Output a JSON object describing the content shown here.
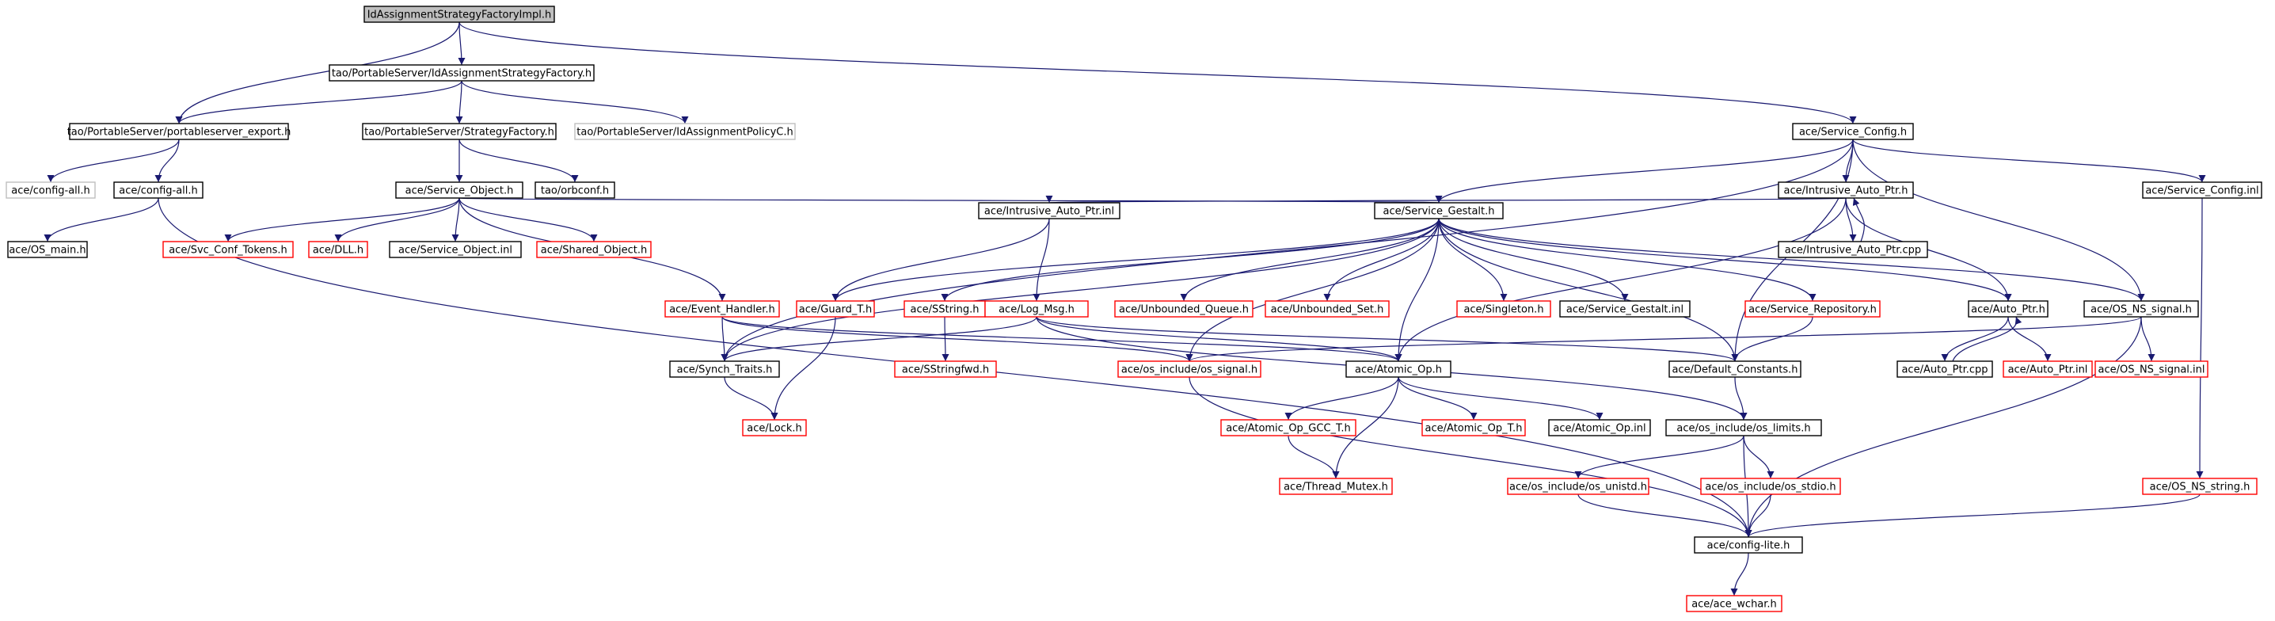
{
  "colors": {
    "edge": "#191970",
    "node_normal": "#000000",
    "node_missing": "#bfbfbf",
    "node_truncated": "#ff0000",
    "root_fill": "#bfbfbf",
    "text": "#000000"
  },
  "nodes": [
    {
      "id": "n_root",
      "label": "IdAssignmentStrategyFactoryImpl.h",
      "kind": "root"
    },
    {
      "id": "n_ispf",
      "label": "tao/PortableServer/IdAssignmentStrategyFactory.h",
      "kind": "normal"
    },
    {
      "id": "n_pse",
      "label": "tao/PortableServer/portableserver_export.h",
      "kind": "normal"
    },
    {
      "id": "n_sf",
      "label": "tao/PortableServer/StrategyFactory.h",
      "kind": "normal"
    },
    {
      "id": "n_iapc",
      "label": "tao/PortableServer/IdAssignmentPolicyC.h",
      "kind": "missing"
    },
    {
      "id": "n_sc",
      "label": "ace/Service_Config.h",
      "kind": "normal"
    },
    {
      "id": "n_cfgall",
      "label": "ace/config-all.h",
      "kind": "missing"
    },
    {
      "id": "n_acecfgall",
      "label": "ace/config-all.h",
      "kind": "normal"
    },
    {
      "id": "n_so",
      "label": "ace/Service_Object.h",
      "kind": "normal"
    },
    {
      "id": "n_orb",
      "label": "tao/orbconf.h",
      "kind": "normal"
    },
    {
      "id": "n_osmain",
      "label": "ace/OS_main.h",
      "kind": "normal"
    },
    {
      "id": "n_svctok",
      "label": "ace/Svc_Conf_Tokens.h",
      "kind": "truncated"
    },
    {
      "id": "n_dll",
      "label": "ace/DLL.h",
      "kind": "truncated"
    },
    {
      "id": "n_soinl",
      "label": "ace/Service_Object.inl",
      "kind": "normal"
    },
    {
      "id": "n_shobj",
      "label": "ace/Shared_Object.h",
      "kind": "truncated"
    },
    {
      "id": "n_iap",
      "label": "ace/Intrusive_Auto_Ptr.h",
      "kind": "normal"
    },
    {
      "id": "n_scinl",
      "label": "ace/Service_Config.inl",
      "kind": "normal"
    },
    {
      "id": "n_iapinl",
      "label": "ace/Intrusive_Auto_Ptr.inl",
      "kind": "normal"
    },
    {
      "id": "n_sg",
      "label": "ace/Service_Gestalt.h",
      "kind": "normal"
    },
    {
      "id": "n_iapcpp",
      "label": "ace/Intrusive_Auto_Ptr.cpp",
      "kind": "normal"
    },
    {
      "id": "n_evh",
      "label": "ace/Event_Handler.h",
      "kind": "truncated"
    },
    {
      "id": "n_guard",
      "label": "ace/Guard_T.h",
      "kind": "truncated"
    },
    {
      "id": "n_sstr",
      "label": "ace/SString.h",
      "kind": "truncated"
    },
    {
      "id": "n_logmsg",
      "label": "ace/Log_Msg.h",
      "kind": "truncated"
    },
    {
      "id": "n_ubq",
      "label": "ace/Unbounded_Queue.h",
      "kind": "truncated"
    },
    {
      "id": "n_ubs",
      "label": "ace/Unbounded_Set.h",
      "kind": "truncated"
    },
    {
      "id": "n_single",
      "label": "ace/Singleton.h",
      "kind": "truncated"
    },
    {
      "id": "n_sginl",
      "label": "ace/Service_Gestalt.inl",
      "kind": "normal"
    },
    {
      "id": "n_srep",
      "label": "ace/Service_Repository.h",
      "kind": "truncated"
    },
    {
      "id": "n_autoptr",
      "label": "ace/Auto_Ptr.h",
      "kind": "normal"
    },
    {
      "id": "n_nssig",
      "label": "ace/OS_NS_signal.h",
      "kind": "normal"
    },
    {
      "id": "n_synch",
      "label": "ace/Synch_Traits.h",
      "kind": "normal"
    },
    {
      "id": "n_sstrfwd",
      "label": "ace/SStringfwd.h",
      "kind": "truncated"
    },
    {
      "id": "n_ossig",
      "label": "ace/os_include/os_signal.h",
      "kind": "truncated"
    },
    {
      "id": "n_atomic",
      "label": "ace/Atomic_Op.h",
      "kind": "normal"
    },
    {
      "id": "n_defc",
      "label": "ace/Default_Constants.h",
      "kind": "normal"
    },
    {
      "id": "n_apcpp",
      "label": "ace/Auto_Ptr.cpp",
      "kind": "normal"
    },
    {
      "id": "n_apinl",
      "label": "ace/Auto_Ptr.inl",
      "kind": "truncated"
    },
    {
      "id": "n_nssiginl",
      "label": "ace/OS_NS_signal.inl",
      "kind": "truncated"
    },
    {
      "id": "n_lock",
      "label": "ace/Lock.h",
      "kind": "truncated"
    },
    {
      "id": "n_aogcc",
      "label": "ace/Atomic_Op_GCC_T.h",
      "kind": "truncated"
    },
    {
      "id": "n_aot",
      "label": "ace/Atomic_Op_T.h",
      "kind": "truncated"
    },
    {
      "id": "n_aoinl",
      "label": "ace/Atomic_Op.inl",
      "kind": "normal"
    },
    {
      "id": "n_oslim",
      "label": "ace/os_include/os_limits.h",
      "kind": "normal"
    },
    {
      "id": "n_tmutex",
      "label": "ace/Thread_Mutex.h",
      "kind": "truncated"
    },
    {
      "id": "n_osuni",
      "label": "ace/os_include/os_unistd.h",
      "kind": "truncated"
    },
    {
      "id": "n_osstdio",
      "label": "ace/os_include/os_stdio.h",
      "kind": "truncated"
    },
    {
      "id": "n_nsstr",
      "label": "ace/OS_NS_string.h",
      "kind": "truncated"
    },
    {
      "id": "n_cfglite",
      "label": "ace/config-lite.h",
      "kind": "normal"
    },
    {
      "id": "n_wchar",
      "label": "ace/ace_wchar.h",
      "kind": "truncated"
    }
  ],
  "edges": [
    [
      "n_root",
      "n_ispf"
    ],
    [
      "n_root",
      "n_pse"
    ],
    [
      "n_root",
      "n_sc"
    ],
    [
      "n_ispf",
      "n_pse"
    ],
    [
      "n_ispf",
      "n_sf"
    ],
    [
      "n_ispf",
      "n_iapc"
    ],
    [
      "n_pse",
      "n_cfgall"
    ],
    [
      "n_pse",
      "n_acecfgall"
    ],
    [
      "n_sf",
      "n_so"
    ],
    [
      "n_sf",
      "n_orb"
    ],
    [
      "n_acecfgall",
      "n_osmain"
    ],
    [
      "n_acecfgall",
      "n_cfglite"
    ],
    [
      "n_so",
      "n_svctok"
    ],
    [
      "n_so",
      "n_dll"
    ],
    [
      "n_so",
      "n_soinl"
    ],
    [
      "n_so",
      "n_shobj"
    ],
    [
      "n_so",
      "n_sg"
    ],
    [
      "n_so",
      "n_evh"
    ],
    [
      "n_sc",
      "n_iap"
    ],
    [
      "n_sc",
      "n_scinl"
    ],
    [
      "n_sc",
      "n_sg"
    ],
    [
      "n_sc",
      "n_synch"
    ],
    [
      "n_sc",
      "n_nssig"
    ],
    [
      "n_sc",
      "n_defc"
    ],
    [
      "n_iap",
      "n_iapinl"
    ],
    [
      "n_iap",
      "n_iapcpp"
    ],
    [
      "n_iap",
      "n_autoptr"
    ],
    [
      "n_iap",
      "n_atomic"
    ],
    [
      "n_iapcpp",
      "n_iap"
    ],
    [
      "n_iapinl",
      "n_guard"
    ],
    [
      "n_iapinl",
      "n_logmsg"
    ],
    [
      "n_sg",
      "n_guard"
    ],
    [
      "n_sg",
      "n_sstr"
    ],
    [
      "n_sg",
      "n_ubq"
    ],
    [
      "n_sg",
      "n_ubs"
    ],
    [
      "n_sg",
      "n_single"
    ],
    [
      "n_sg",
      "n_sginl"
    ],
    [
      "n_sg",
      "n_srep"
    ],
    [
      "n_sg",
      "n_autoptr"
    ],
    [
      "n_sg",
      "n_nssig"
    ],
    [
      "n_sg",
      "n_synch"
    ],
    [
      "n_sg",
      "n_atomic"
    ],
    [
      "n_sg",
      "n_defc"
    ],
    [
      "n_sg",
      "n_ossig"
    ],
    [
      "n_evh",
      "n_synch"
    ],
    [
      "n_evh",
      "n_atomic"
    ],
    [
      "n_evh",
      "n_ossig"
    ],
    [
      "n_guard",
      "n_lock"
    ],
    [
      "n_sstr",
      "n_sstrfwd"
    ],
    [
      "n_logmsg",
      "n_synch"
    ],
    [
      "n_logmsg",
      "n_atomic"
    ],
    [
      "n_logmsg",
      "n_defc"
    ],
    [
      "n_logmsg",
      "n_oslim"
    ],
    [
      "n_srep",
      "n_defc"
    ],
    [
      "n_autoptr",
      "n_apcpp"
    ],
    [
      "n_autoptr",
      "n_apinl"
    ],
    [
      "n_apcpp",
      "n_autoptr"
    ],
    [
      "n_nssig",
      "n_nssiginl"
    ],
    [
      "n_nssig",
      "n_ossig"
    ],
    [
      "n_nssig",
      "n_cfglite"
    ],
    [
      "n_synch",
      "n_lock"
    ],
    [
      "n_ossig",
      "n_cfglite"
    ],
    [
      "n_atomic",
      "n_aogcc"
    ],
    [
      "n_atomic",
      "n_aot"
    ],
    [
      "n_atomic",
      "n_aoinl"
    ],
    [
      "n_atomic",
      "n_tmutex"
    ],
    [
      "n_aogcc",
      "n_tmutex"
    ],
    [
      "n_defc",
      "n_oslim"
    ],
    [
      "n_oslim",
      "n_osuni"
    ],
    [
      "n_oslim",
      "n_osstdio"
    ],
    [
      "n_oslim",
      "n_cfglite"
    ],
    [
      "n_osuni",
      "n_cfglite"
    ],
    [
      "n_osstdio",
      "n_cfglite"
    ],
    [
      "n_scinl",
      "n_nsstr"
    ],
    [
      "n_nsstr",
      "n_cfglite"
    ],
    [
      "n_cfglite",
      "n_wchar"
    ]
  ]
}
